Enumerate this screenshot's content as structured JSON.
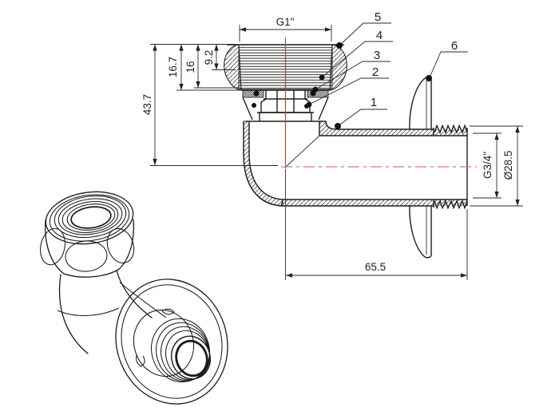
{
  "figure": {
    "type": "technical-drawing",
    "subject": "wall elbow pipe fitting, sectional view with part callouts and isometric view",
    "colors": {
      "line": "#1f1f1f",
      "centerline_red": "#c43c3c",
      "centerline_red_light": "#d97b7b",
      "background": "#ffffff"
    }
  },
  "dims": {
    "g1": "G1\"",
    "h437": "43.7",
    "h167": "16.7",
    "h16": "16",
    "h92": "9.2",
    "l655": "65.5",
    "g34": "G3/4\"",
    "d285": "Ø28.5"
  },
  "callouts": {
    "c1": "1",
    "c2": "2",
    "c3": "3",
    "c4": "4",
    "c5": "5",
    "c6": "6"
  }
}
